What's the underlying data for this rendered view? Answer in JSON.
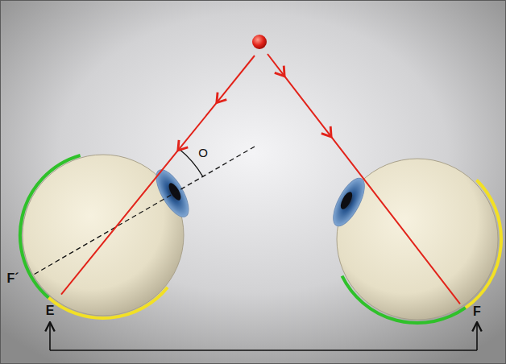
{
  "diagram": {
    "labels": [
      "O",
      "F´",
      "E",
      "F"
    ]
  }
}
